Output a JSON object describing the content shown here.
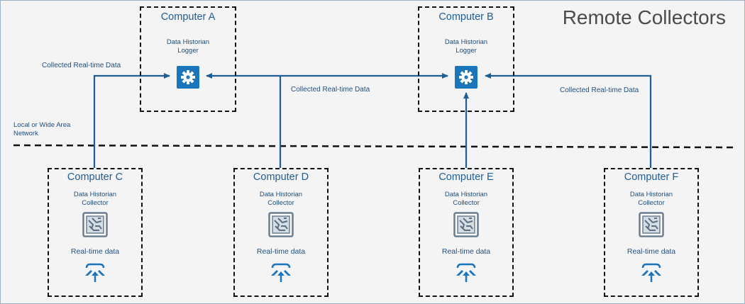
{
  "title": "Remote Collectors",
  "network_label_line1": "Local or Wide Area",
  "network_label_line2": "Network",
  "flow_label": "Collected Real-time Data",
  "loggers": [
    {
      "id": "a",
      "name": "Computer A",
      "role_line1": "Data Historian",
      "role_line2": "Logger",
      "icon": "gear-icon"
    },
    {
      "id": "b",
      "name": "Computer B",
      "role_line1": "Data Historian",
      "role_line2": "Logger",
      "icon": "gear-icon"
    }
  ],
  "collectors": [
    {
      "id": "c",
      "name": "Computer C",
      "role_line1": "Data Historian",
      "role_line2": "Collector",
      "data_label": "Real-time data",
      "sends_to": "Computer A"
    },
    {
      "id": "d",
      "name": "Computer D",
      "role_line1": "Data Historian",
      "role_line2": "Collector",
      "data_label": "Real-time data",
      "sends_to": "Computer A"
    },
    {
      "id": "e",
      "name": "Computer E",
      "role_line1": "Data Historian",
      "role_line2": "Collector",
      "data_label": "Real-time data",
      "sends_to": "Computer B"
    },
    {
      "id": "f",
      "name": "Computer F",
      "role_line1": "Data Historian",
      "role_line2": "Collector",
      "data_label": "Real-time data",
      "sends_to": "Computer B"
    }
  ],
  "colors": {
    "accent": "#1b75bb",
    "line": "#1f5d95",
    "border": "#111111"
  },
  "icons": {
    "logger": "gear-icon",
    "collector": "circuit-icon",
    "realtime": "data-inflow-icon"
  }
}
